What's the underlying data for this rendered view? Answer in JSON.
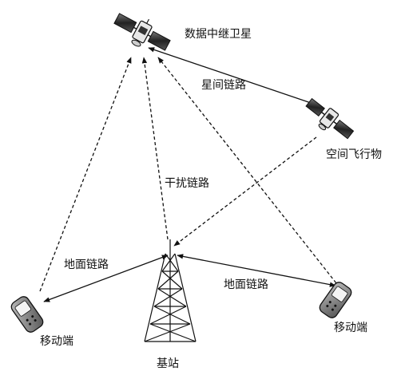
{
  "labels": {
    "relay_satellite": "数据中继卫星",
    "inter_satellite_link": "星间链路",
    "spacecraft": "空间飞行物",
    "interference_link": "干扰链路",
    "ground_link_left": "地面链路",
    "ground_link_right": "地面链路",
    "mobile_left": "移动端",
    "mobile_right": "移动端",
    "base_station": "基站"
  },
  "icons": {
    "relay_satellite": "satellite-icon",
    "spacecraft": "satellite-icon",
    "mobile_left": "mobile-phone-icon",
    "mobile_right": "mobile-phone-icon",
    "base_station": "tower-icon"
  }
}
